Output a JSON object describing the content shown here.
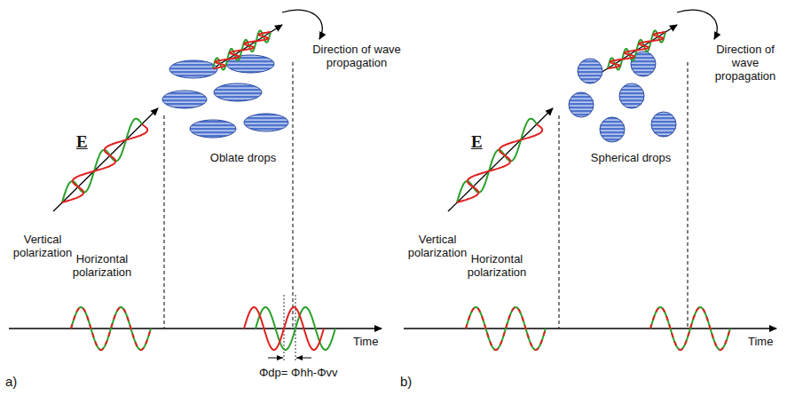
{
  "diagram": {
    "labels": [
      "E",
      "Vertical polarization",
      "Horizontal polarization",
      "Oblate drops",
      "Direction of wave propagation",
      "Time",
      "Φdp= Φhh-Φvv",
      "a)",
      "E",
      "Vertical polarization",
      "Horizontal polarization",
      "Spherical drops",
      "Direction of wave propagation",
      "Time",
      "b)"
    ]
  }
}
